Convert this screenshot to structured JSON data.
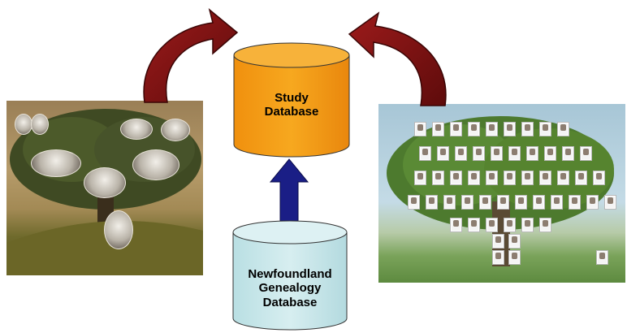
{
  "nodes": {
    "study_db": {
      "line1": "Study",
      "line2": "Database"
    },
    "nfld_db": {
      "line1": "Newfoundland",
      "line2": "Genealogy",
      "line3": "Database"
    }
  },
  "colors": {
    "study_fill": "#f5a11c",
    "nfld_fill": "#cfe8ea",
    "up_arrow": "#1a1e86",
    "curved_arrow": "#7b1212"
  },
  "images": {
    "left": "family-tree-photo-left",
    "right": "family-tree-photo-right"
  }
}
